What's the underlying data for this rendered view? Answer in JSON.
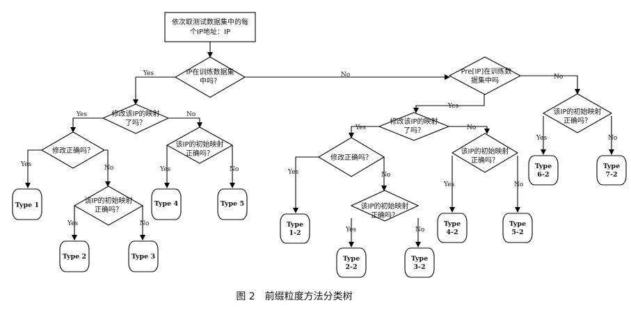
{
  "caption": "图 2　前缀粒度方法分类树",
  "nodes": {
    "start": [
      "依次取测试数据集中的每",
      "个IP地址：IP"
    ],
    "d_train": [
      "IP在训练数据集",
      "中吗？"
    ],
    "d_pre": [
      "Pre[IP]在训练数",
      "据集中吗"
    ],
    "d_modmap_l": [
      "修改该IP的映射",
      "了吗？"
    ],
    "d_modok_l": [
      "修改正确吗？"
    ],
    "d_init_l1": [
      "该IP的初始映射",
      "正确吗？"
    ],
    "d_init_l2": [
      "该IP的初始映射",
      "正确吗？"
    ],
    "d_modmap_r": [
      "修改该IP的映射",
      "了吗？"
    ],
    "d_modok_r": [
      "修改正确吗？"
    ],
    "d_init_r1": [
      "该IP的初始映射",
      "正确吗？"
    ],
    "d_init_r2": [
      "该IP的初始映射",
      "正确吗？"
    ],
    "d_init_r3": [
      "该IP的初始映射",
      "正确吗？"
    ],
    "t1": [
      "Type 1"
    ],
    "t2": [
      "Type 2"
    ],
    "t3": [
      "Type 3"
    ],
    "t4": [
      "Type 4"
    ],
    "t5": [
      "Type 5"
    ],
    "t12": [
      "Type",
      "1-2"
    ],
    "t22": [
      "Type",
      "2-2"
    ],
    "t32": [
      "Type",
      "3-2"
    ],
    "t42": [
      "Type",
      "4-2"
    ],
    "t52": [
      "Type",
      "5-2"
    ],
    "t62": [
      "Type",
      "6-2"
    ],
    "t72": [
      "Type",
      "7-2"
    ]
  },
  "edge_labels": {
    "yes": "Yes",
    "no": "No"
  }
}
